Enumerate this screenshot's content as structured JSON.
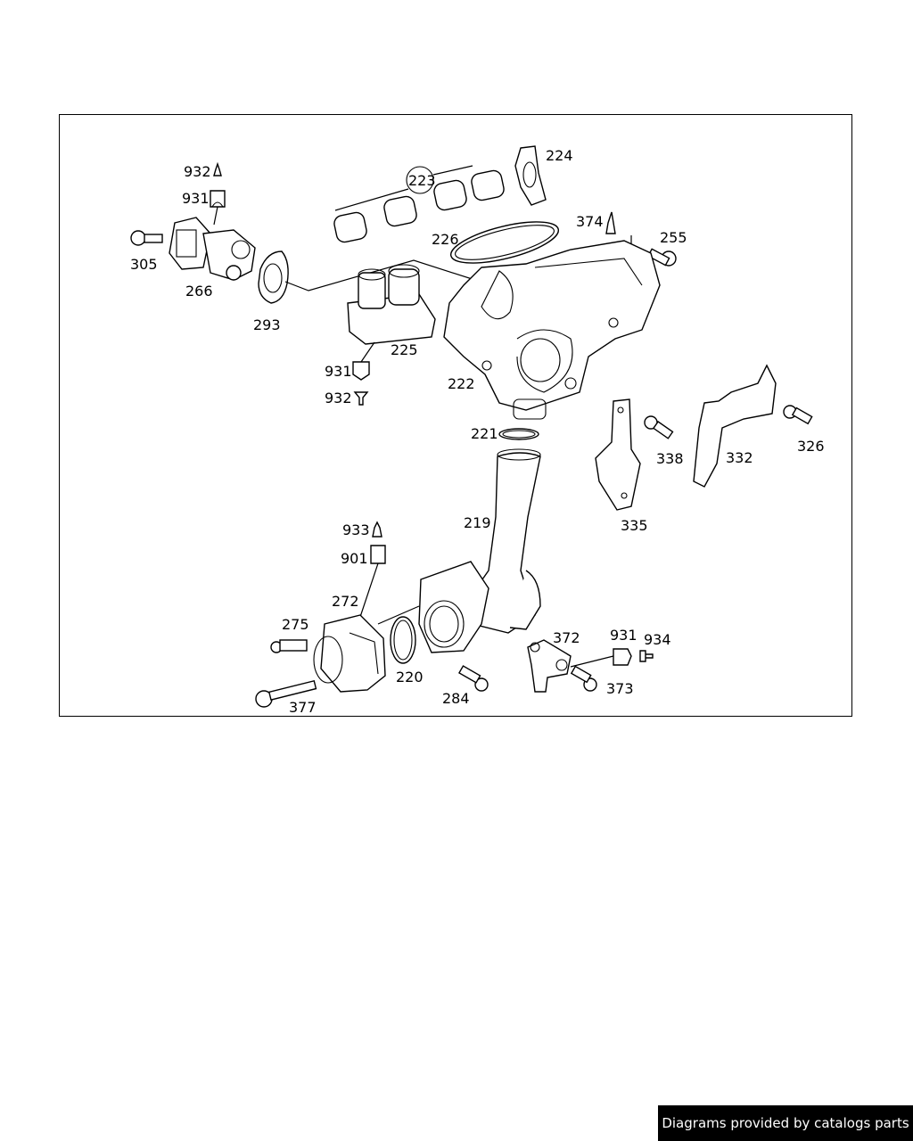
{
  "labels": {
    "l932a": "932",
    "l931a": "931",
    "l305": "305",
    "l266": "266",
    "l293": "293",
    "l223": "223",
    "l224": "224",
    "l226": "226",
    "l374": "374",
    "l255": "255",
    "l225": "225",
    "l931b": "931",
    "l932b": "932",
    "l222": "222",
    "l221": "221",
    "l338": "338",
    "l332": "332",
    "l326": "326",
    "l335": "335",
    "l219": "219",
    "l933": "933",
    "l901": "901",
    "l272": "272",
    "l275": "275",
    "l220": "220",
    "l284": "284",
    "l377": "377",
    "l372": "372",
    "l931c": "931",
    "l934": "934",
    "l373": "373"
  },
  "credit": "Diagrams provided by catalogs parts"
}
